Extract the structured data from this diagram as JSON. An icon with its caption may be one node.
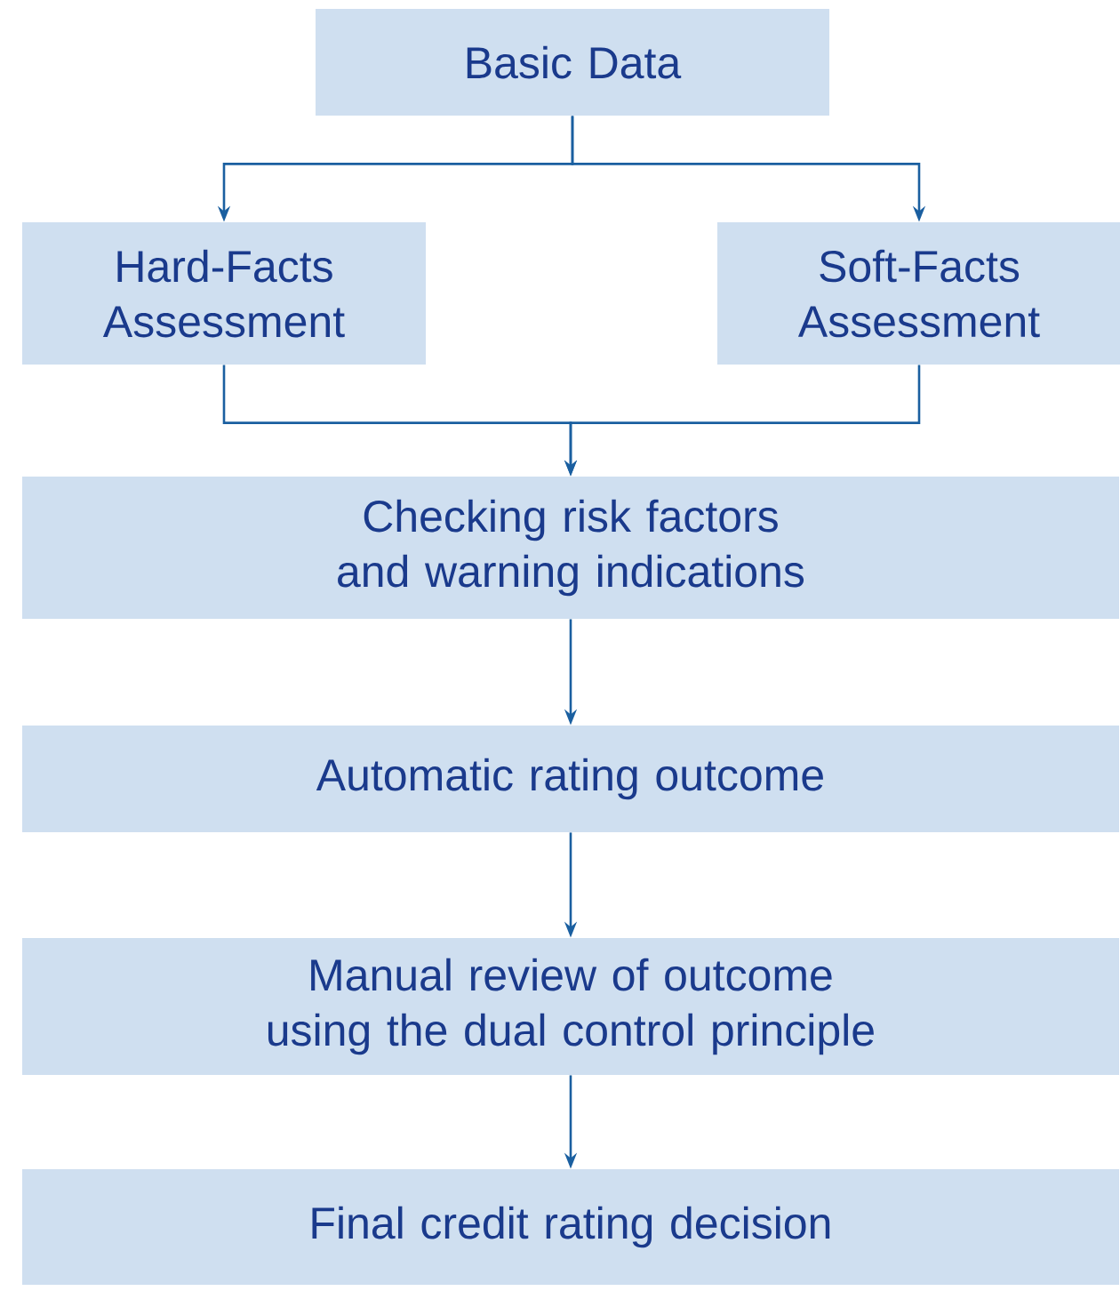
{
  "diagram": {
    "nodes": [
      {
        "text": [
          "Basic Data"
        ]
      },
      {
        "text": [
          "Hard-Facts Assessment"
        ]
      },
      {
        "text": [
          "Soft-Facts Assessment"
        ]
      },
      {
        "text": [
          "Checking risk factors and warning indications"
        ]
      },
      {
        "text": [
          "Automatic rating outcome"
        ]
      },
      {
        "text": [
          "Manual review of outcome using the dual control principle"
        ]
      },
      {
        "text": [
          "Final credit rating decision"
        ]
      }
    ],
    "edges": [
      {
        "from": 0,
        "to": 1,
        "arrow": "to"
      },
      {
        "from": 0,
        "to": 2,
        "arrow": "to"
      },
      {
        "from": 1,
        "to": 3,
        "arrow": "to"
      },
      {
        "from": 2,
        "to": 3,
        "arrow": "to"
      },
      {
        "from": 3,
        "to": 4,
        "arrow": "to"
      },
      {
        "from": 4,
        "to": 5,
        "arrow": "to"
      },
      {
        "from": 5,
        "to": 6,
        "arrow": "to"
      }
    ]
  }
}
